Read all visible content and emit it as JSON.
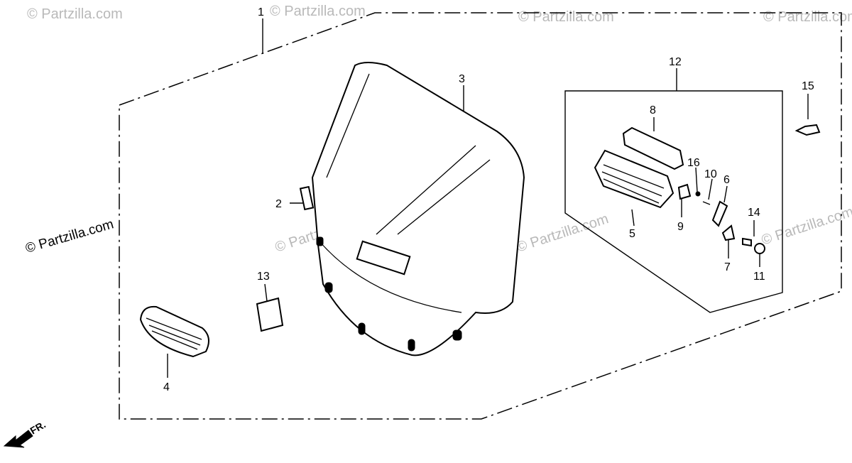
{
  "diagram": {
    "callouts": {
      "c1": "1",
      "c2": "2",
      "c3": "3",
      "c4": "4",
      "c5": "5",
      "c6": "6",
      "c7": "7",
      "c8": "8",
      "c9": "9",
      "c10": "10",
      "c11": "11",
      "c12": "12",
      "c13": "13",
      "c14": "14",
      "c15": "15",
      "c16": "16"
    },
    "watermark": "© Partzilla.com",
    "front_marker": "FR."
  }
}
